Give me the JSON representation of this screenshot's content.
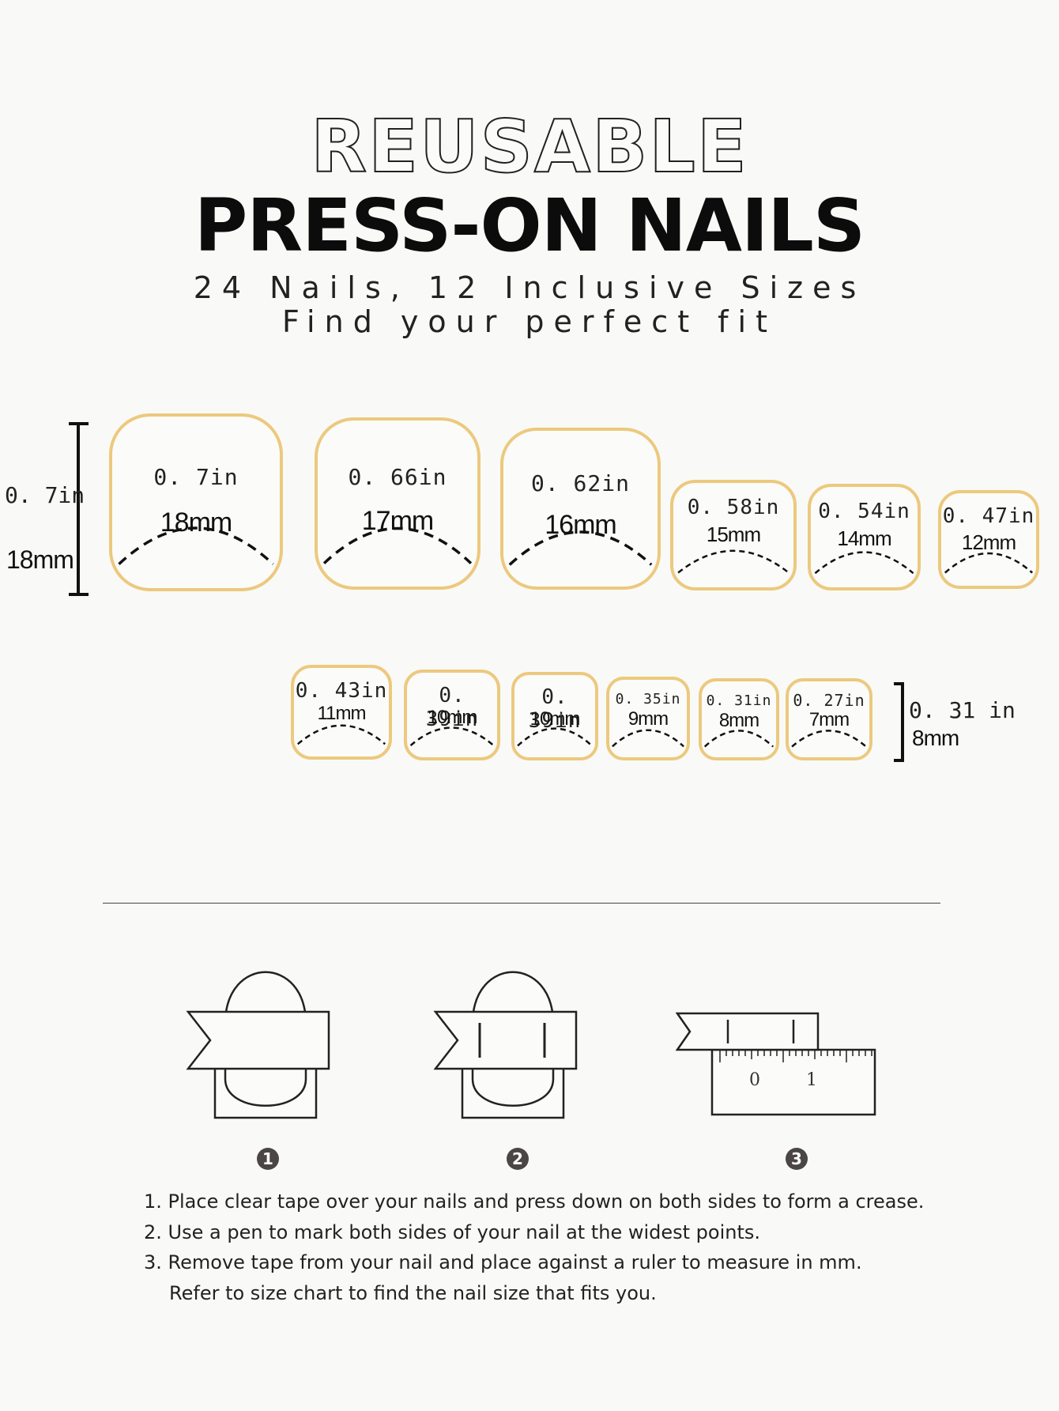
{
  "header": {
    "title_outline": "REUSABLE",
    "title_main": "PRESS-ON NAILS",
    "subtitle_1": "24 Nails, 12 Inclusive Sizes",
    "subtitle_2": "Find your perfect fit"
  },
  "colors": {
    "nail_border": "#ecc97e",
    "text": "#111111",
    "step_badge": "#4a4646"
  },
  "size_chart": {
    "left_scale": {
      "inch": "0. 7in",
      "mm": "18mm"
    },
    "right_scale": {
      "inch": "0. 31 in",
      "mm": "8mm"
    },
    "row1": [
      {
        "inch": "0. 7in",
        "mm": "18mm"
      },
      {
        "inch": "0. 66in",
        "mm": "17mm"
      },
      {
        "inch": "0. 62in",
        "mm": "16mm"
      },
      {
        "inch": "0. 58in",
        "mm": "15mm"
      },
      {
        "inch": "0. 54in",
        "mm": "14mm"
      },
      {
        "inch": "0. 47in",
        "mm": "12mm"
      }
    ],
    "row2": [
      {
        "inch": "0. 43in",
        "mm": "11mm"
      },
      {
        "inch": "0. 39in",
        "mm": "10mm"
      },
      {
        "inch": "0. 39in",
        "mm": "10mm"
      },
      {
        "inch": "0. 35in",
        "mm": "9mm"
      },
      {
        "inch": "0. 31in",
        "mm": "8mm"
      },
      {
        "inch": "0. 27in",
        "mm": "7mm"
      }
    ]
  },
  "steps": {
    "badges": [
      "1",
      "2",
      "3"
    ],
    "ruler_ticks": [
      "0",
      "1"
    ],
    "instructions": [
      "1. Place clear tape over your nails and press down on both sides to form a crease.",
      "2. Use a pen to mark both sides of your nail at the widest points.",
      "3. Remove tape from your nail and place against a ruler to measure in mm.",
      "Refer to size chart to find the nail size that fits you."
    ]
  }
}
